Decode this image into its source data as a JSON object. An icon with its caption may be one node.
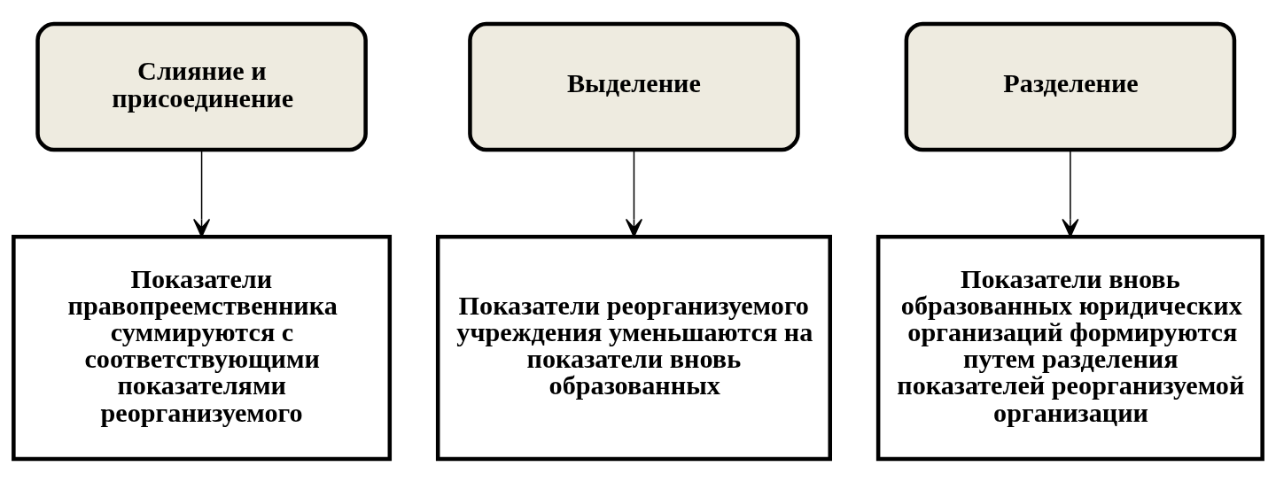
{
  "diagram": {
    "nodes": [
      {
        "text": [
          "Слияние и присоединение"
        ]
      },
      {
        "text": [
          "Выделение"
        ]
      },
      {
        "text": [
          "Разделение"
        ]
      },
      {
        "text": [
          "Показатели правопреемственника суммируются с соответствующими показателями реорганизуемого"
        ]
      },
      {
        "text": [
          "Показатели реорганизуемого учреждения уменьшаются на показатели вновь образованных"
        ]
      },
      {
        "text": [
          "Показатели вновь образованных юридических организаций формируются путем разделения показателей реорганизуемой организации"
        ]
      }
    ],
    "edges": [
      {
        "from": 0,
        "to": 3,
        "arrow": "to"
      },
      {
        "from": 1,
        "to": 4,
        "arrow": "to"
      },
      {
        "from": 2,
        "to": 5,
        "arrow": "to"
      }
    ]
  }
}
